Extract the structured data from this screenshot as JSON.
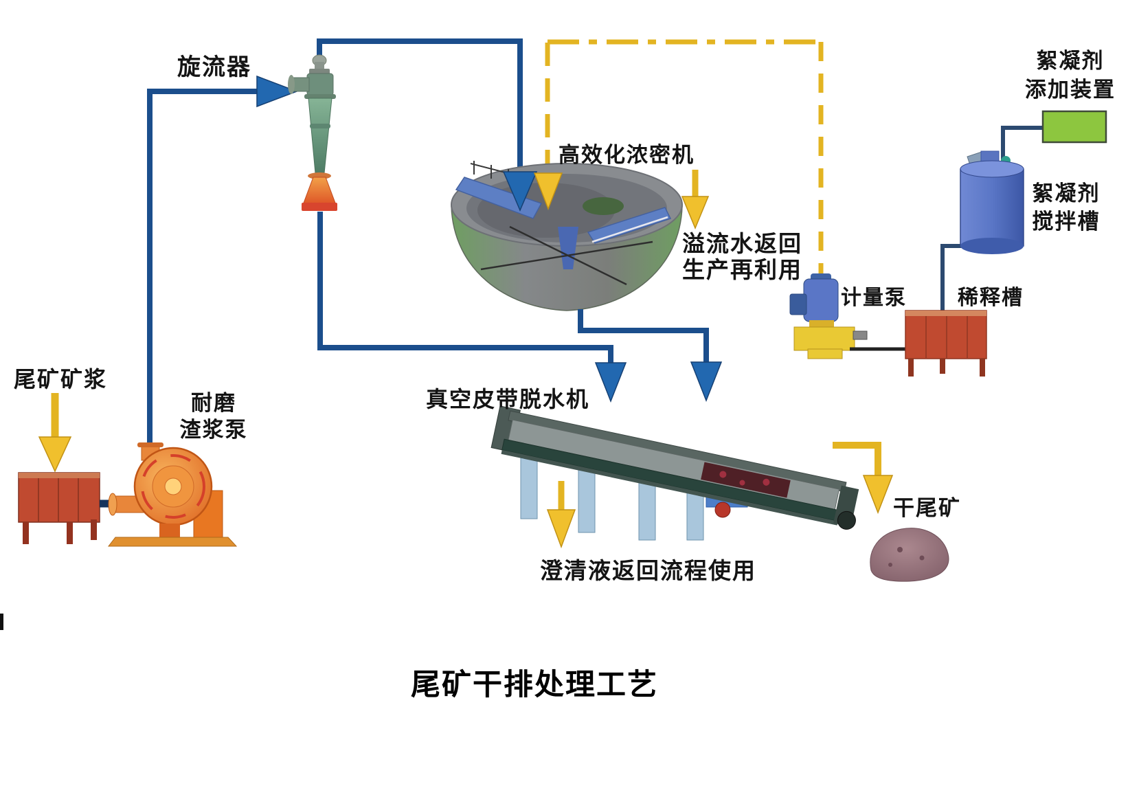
{
  "title": "尾矿干排处理工艺",
  "labels": {
    "cyclone": "旋流器",
    "thickener": "高效化浓密机",
    "overflow_line1": "溢流水返回",
    "overflow_line2": "生产再利用",
    "floc_device_line1": "絮凝剂",
    "floc_device_line2": "添加装置",
    "floc_tank_line1": "絮凝剂",
    "floc_tank_line2": "搅拌槽",
    "dilution_tank": "稀释槽",
    "metering_pump": "计量泵",
    "tailings_slurry": "尾矿矿浆",
    "slurry_pump_line1": "耐磨",
    "slurry_pump_line2": "渣浆泵",
    "belt_filter": "真空皮带脱水机",
    "clarified_return": "澄清液返回流程使用",
    "dry_tailings": "干尾矿"
  },
  "colors": {
    "pipe_blue": "#1b4e8c",
    "arrow_blue": "#2268b0",
    "pipe_yellow": "#e3b422",
    "arrow_yellow": "#f0c02d",
    "green_box": "#8dc63f",
    "tank_red": "#c04a30",
    "tank_blue": "#5a76c6",
    "pump_orange": "#e87722",
    "text": "#141414"
  }
}
